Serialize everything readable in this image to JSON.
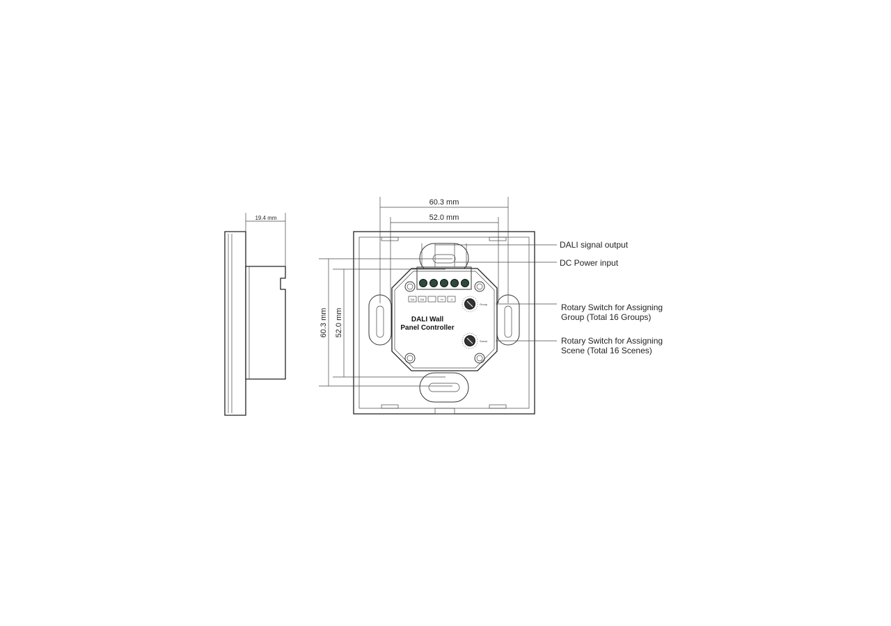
{
  "dimensions": {
    "side_depth": "19.4 mm",
    "outer_width": "60.3 mm",
    "inner_width": "52.0 mm",
    "outer_height": "60.3 mm",
    "inner_height": "52.0 mm"
  },
  "module": {
    "title_line1": "DALI Wall",
    "title_line2": "Panel Controller",
    "terminal_labels": [
      "DA",
      "DA",
      "",
      "+V",
      "-V"
    ],
    "group_switch_label": "Group",
    "scene_switch_label": "Scene"
  },
  "callouts": {
    "dali_signal_output": "DALI signal output",
    "dc_power_input": "DC Power input",
    "rotary_group_line1": "Rotary Switch for Assigning",
    "rotary_group_line2": "Group  (Total 16 Groups)",
    "rotary_scene_line1": "Rotary Switch for Assigning",
    "rotary_scene_line2": "Scene (Total 16 Scenes)"
  }
}
